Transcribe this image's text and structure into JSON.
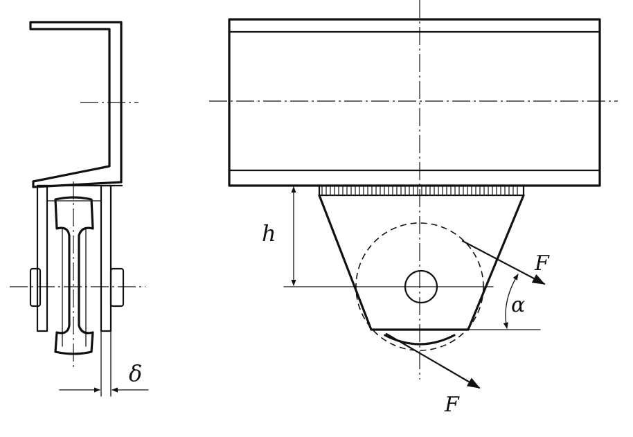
{
  "labels": {
    "delta": "δ",
    "h": "h",
    "force_upper": "F",
    "force_lower": "F",
    "alpha": "α"
  },
  "colors": {
    "ink": "#111111",
    "paper": "#ffffff"
  }
}
